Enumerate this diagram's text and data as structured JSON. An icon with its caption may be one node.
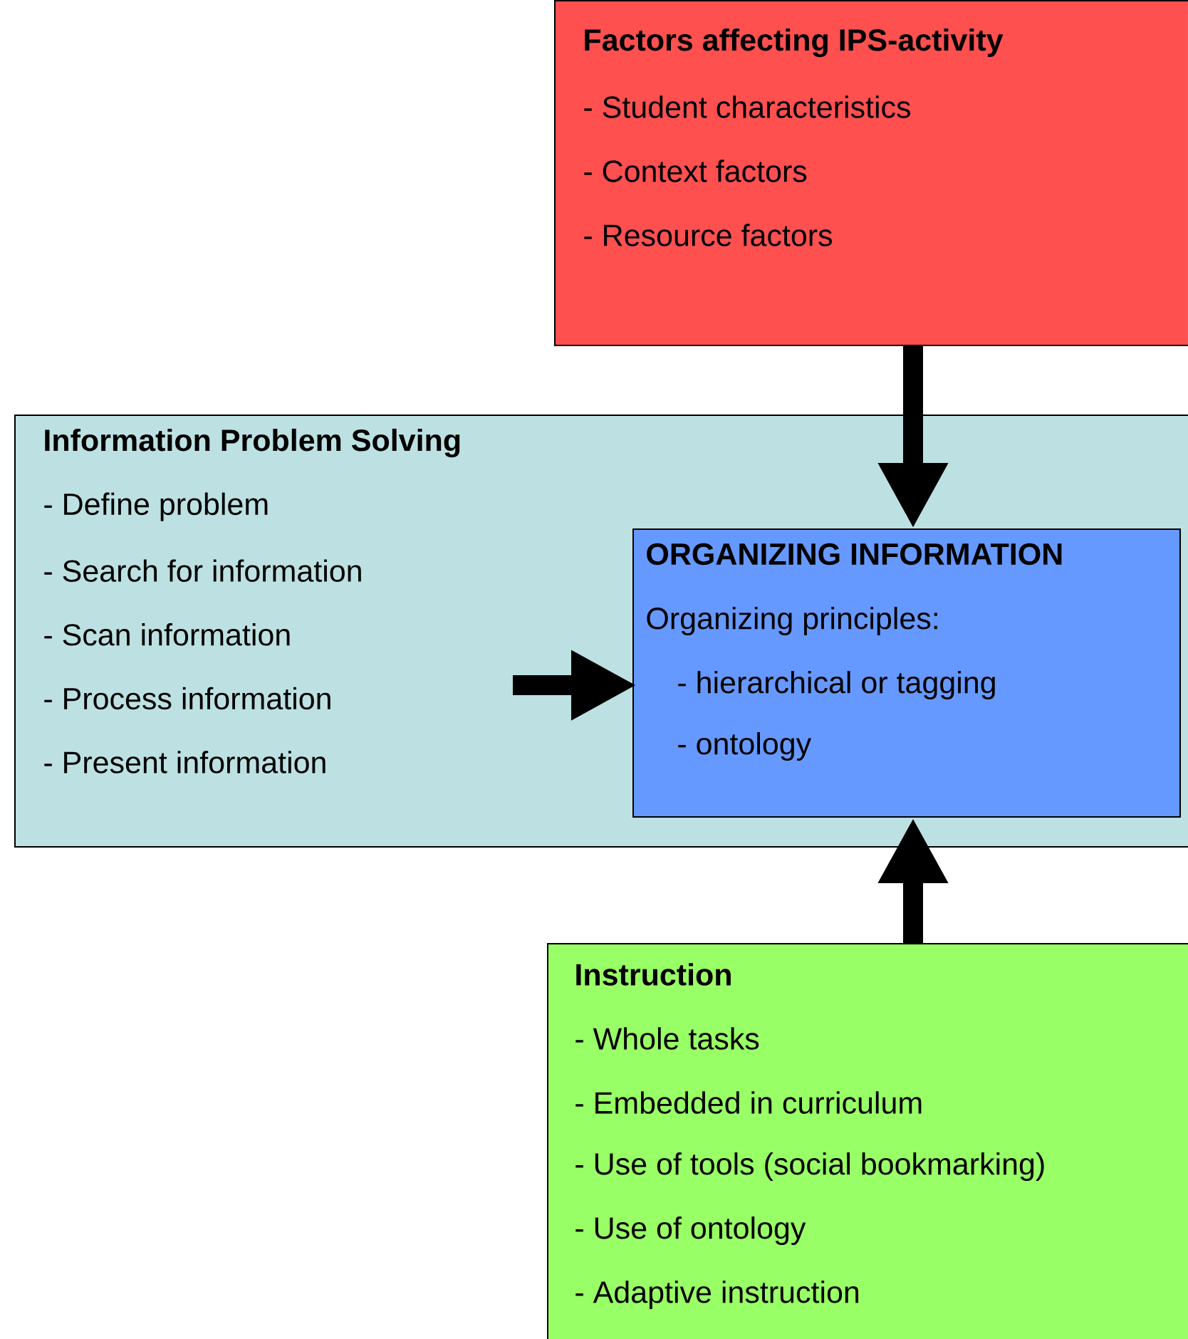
{
  "diagram": {
    "nodes": [
      {
        "text": [
          "Factors affecting IPS-activity",
          "- Student characteristics",
          "- Context factors",
          "- Resource factors"
        ]
      },
      {
        "text": [
          "Information Problem Solving",
          "- Define problem",
          "- Search for information",
          "- Scan information",
          "- Process information",
          "- Present information"
        ]
      },
      {
        "text": [
          "ORGANIZING INFORMATION",
          "Organizing principles:",
          "- hierarchical or tagging",
          "- ontology"
        ],
        "in": 1
      },
      {
        "text": [
          "Instruction",
          "- Whole tasks",
          "- Embedded in curriculum",
          "- Use of tools (social bookmarking)",
          "- Use of ontology",
          "- Adaptive instruction"
        ]
      }
    ],
    "edges": [
      {
        "from": 0,
        "to": 2,
        "arrow": "to"
      },
      {
        "from": null,
        "to": 2,
        "arrow": "to"
      },
      {
        "from": 3,
        "to": 2,
        "arrow": "to"
      }
    ]
  }
}
